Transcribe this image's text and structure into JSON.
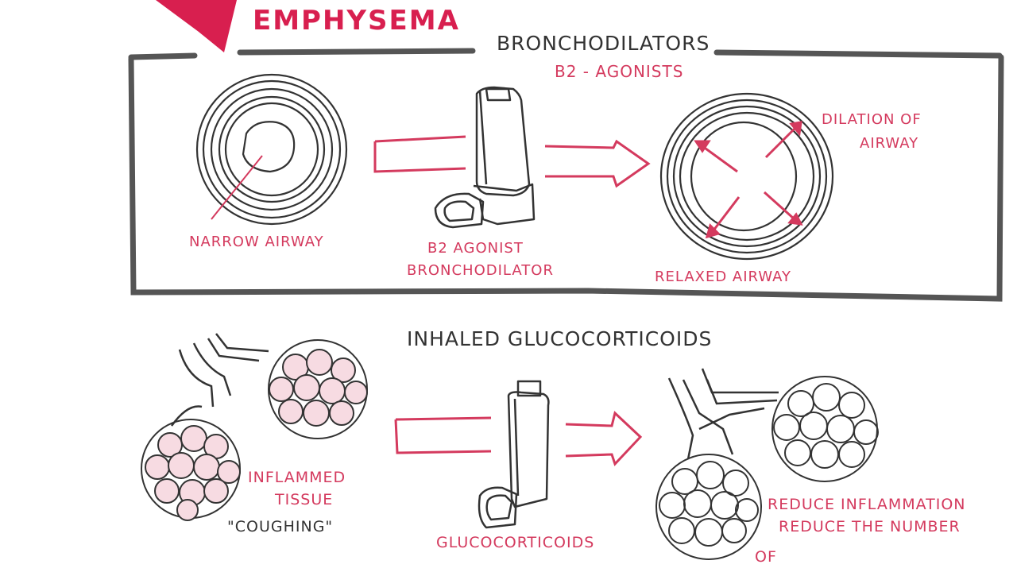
{
  "header": {
    "title": "EMPHYSEMA"
  },
  "bronchodilators": {
    "title": "BRONCHODILATORS",
    "subtitle": "B2 - AGONISTS",
    "narrow_label": "NARROW AIRWAY",
    "inhaler_label_line1": "B2 AGONIST",
    "inhaler_label_line2": "BRONCHODILATOR",
    "relaxed_label": "RELAXED AIRWAY",
    "dilation_label_line1": "DILATION OF",
    "dilation_label_line2": "AIRWAY"
  },
  "glucocorticoids": {
    "title": "INHALED GLUCOCORTICOIDS",
    "inflamed_label_line1": "INFLAMMED",
    "inflamed_label_line2": "TISSUE",
    "coughing_label": "\"COUGHING\"",
    "inhaler_label": "GLUCOCORTICOIDS",
    "reduce_label_line1": "REDUCE INFLAMMATION",
    "reduce_label_line2": "REDUCE THE NUMBER",
    "reduce_label_line3": "OF"
  },
  "colors": {
    "accent": "#d43a5e",
    "ink": "#333333",
    "frame": "#555555"
  }
}
